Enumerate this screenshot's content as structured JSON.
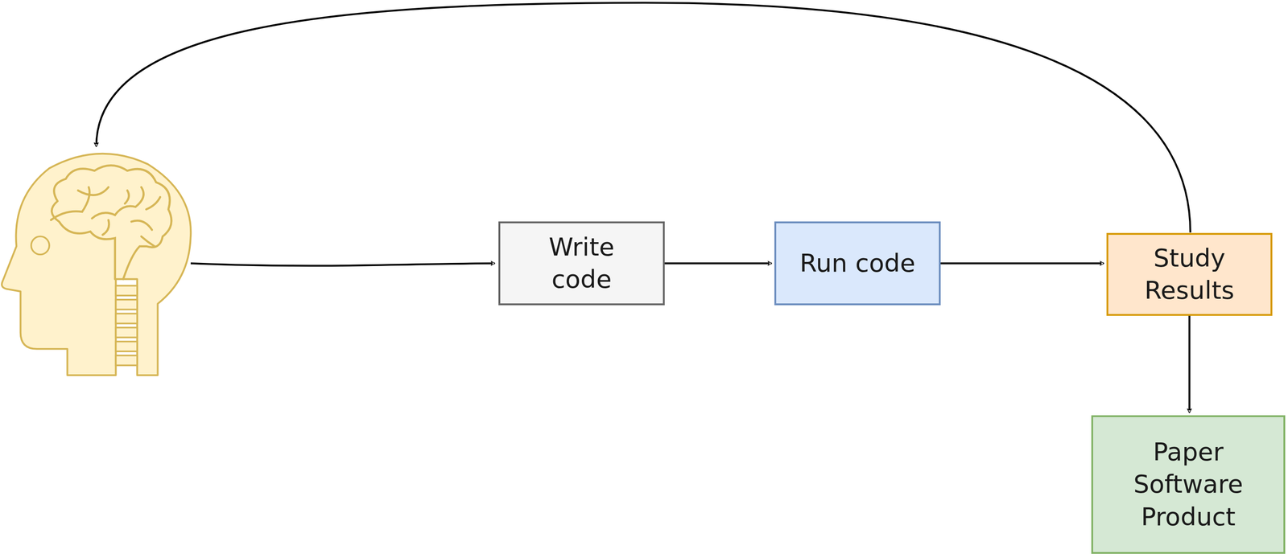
{
  "diagram": {
    "nodes": [
      {
        "text": [
          "Write code"
        ]
      },
      {
        "text": [
          "Run code"
        ]
      },
      {
        "text": [
          "Study Results"
        ]
      },
      {
        "text": [
          "Paper Software Product"
        ]
      }
    ],
    "edges": [
      {
        "from": 0,
        "to": 1,
        "arrow": "to"
      },
      {
        "from": 1,
        "to": 2,
        "arrow": "to"
      },
      {
        "from": 2,
        "to": 3,
        "arrow": "to"
      }
    ]
  }
}
